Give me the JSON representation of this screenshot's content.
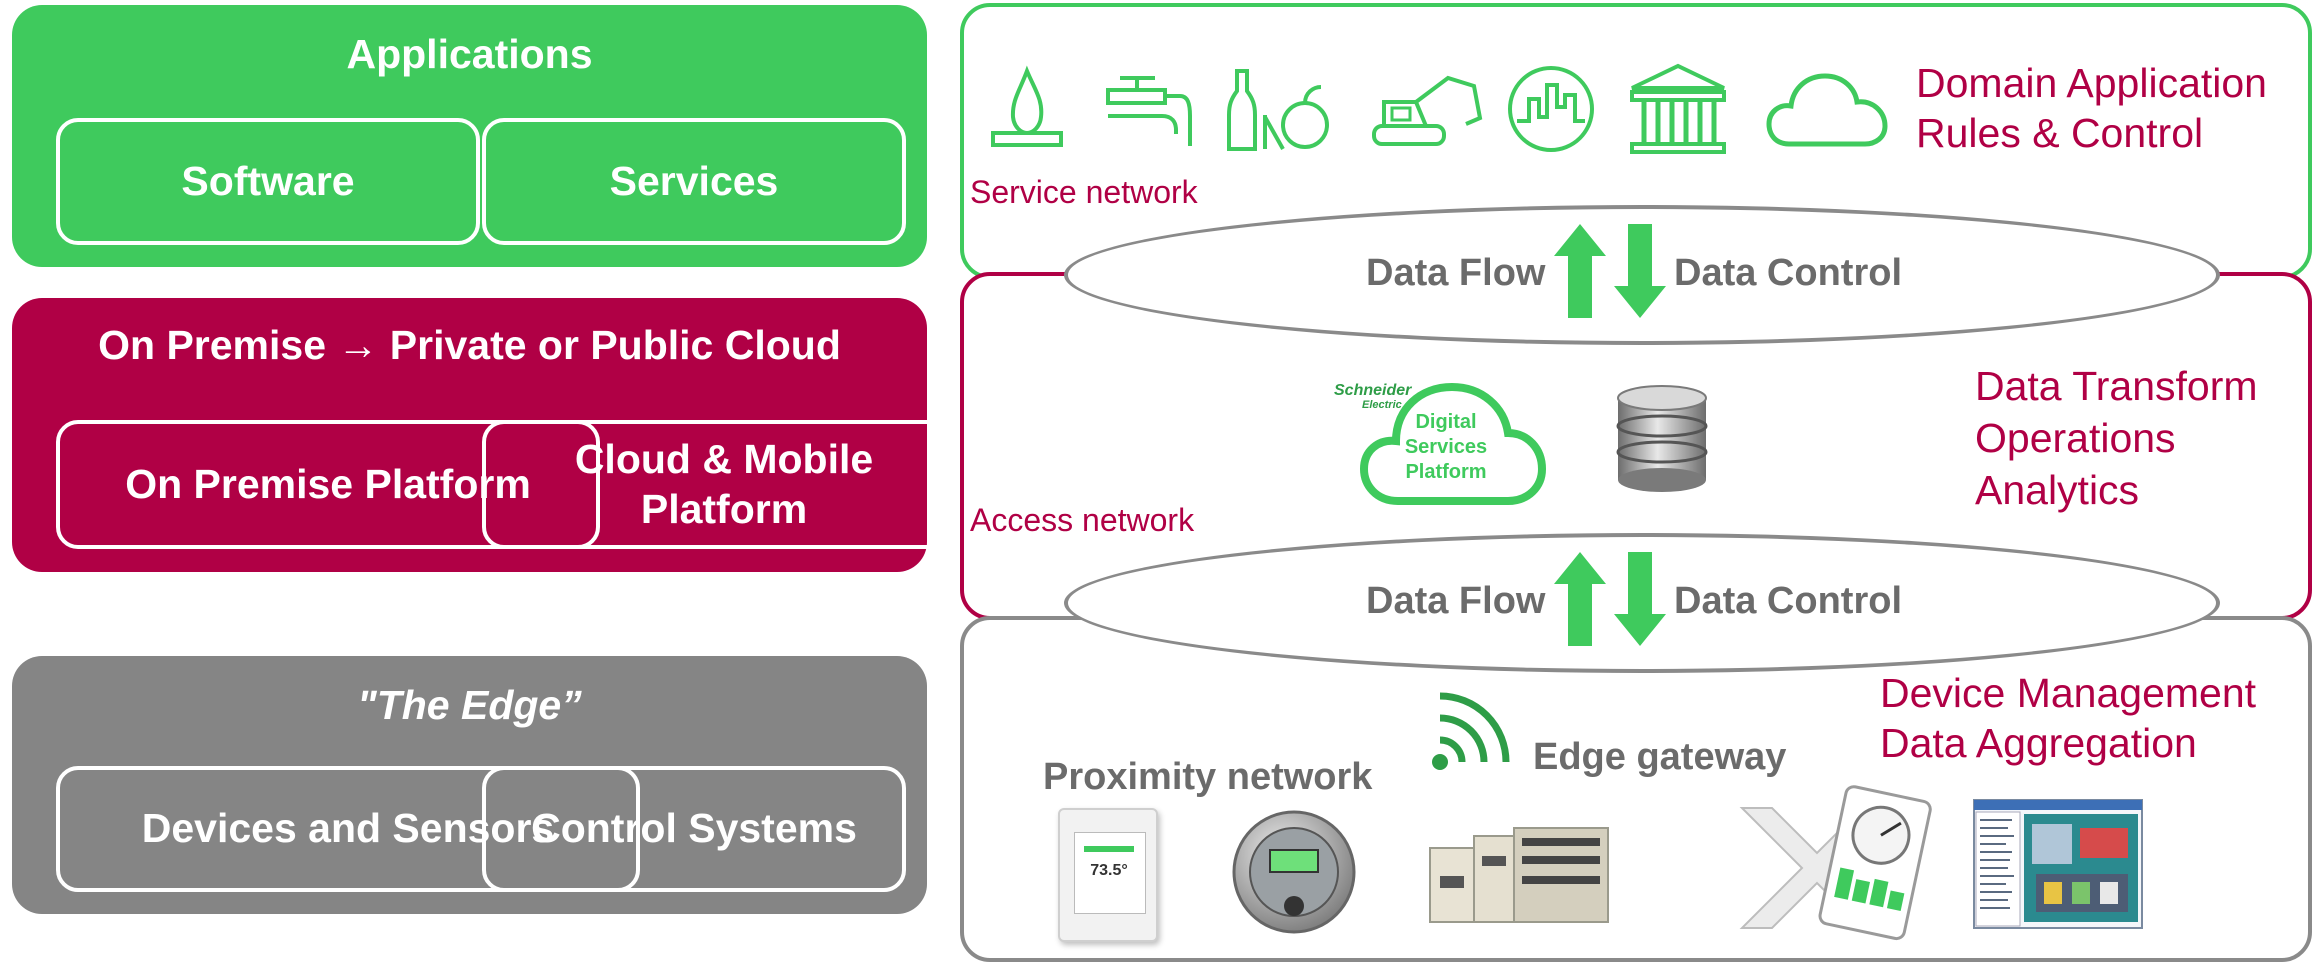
{
  "colors": {
    "green": "#3fca5d",
    "crimson": "#b00045",
    "gray": "#858585",
    "text_gray": "#6b6b6b"
  },
  "left": {
    "applications": {
      "title": "Applications",
      "boxes": [
        "Software",
        "Services"
      ]
    },
    "platform": {
      "title": "On Premise → Private or Public Cloud",
      "boxes": [
        "On Premise Platform",
        "Cloud & Mobile Platform"
      ]
    },
    "edge": {
      "title": "\"The Edge”",
      "boxes": [
        "Devices and Sensors",
        "Control Systems"
      ]
    }
  },
  "right": {
    "top_tier": {
      "icons": [
        "flame-icon",
        "faucet-icon",
        "food-icon",
        "excavator-icon",
        "city-icon",
        "building-icon",
        "cloud-icon"
      ],
      "label_line1": "Domain Application",
      "label_line2": "Rules & Control",
      "network": "Service network"
    },
    "flows": {
      "flow": "Data Flow",
      "control": "Data Control"
    },
    "middle_tier": {
      "cloud_brand_line1": "Schneider",
      "cloud_brand_line2": "Electric",
      "cloud_line1": "Digital",
      "cloud_line2": "Services",
      "cloud_line3": "Platform",
      "label_line1": "Data Transform",
      "label_line2": "Operations",
      "label_line3": "Analytics",
      "network": "Access network",
      "icons": [
        "digital-services-cloud-icon",
        "database-icon"
      ]
    },
    "bottom_tier": {
      "proximity": "Proximity network",
      "gateway": "Edge gateway",
      "label_line1": "Device Management",
      "label_line2": "Data Aggregation",
      "thermostat_reading": "73.5°",
      "icons": [
        "wifi-icon",
        "thermostat-icon",
        "meter-icon",
        "plc-icon",
        "tablet-icon",
        "software-screen-icon"
      ]
    }
  }
}
